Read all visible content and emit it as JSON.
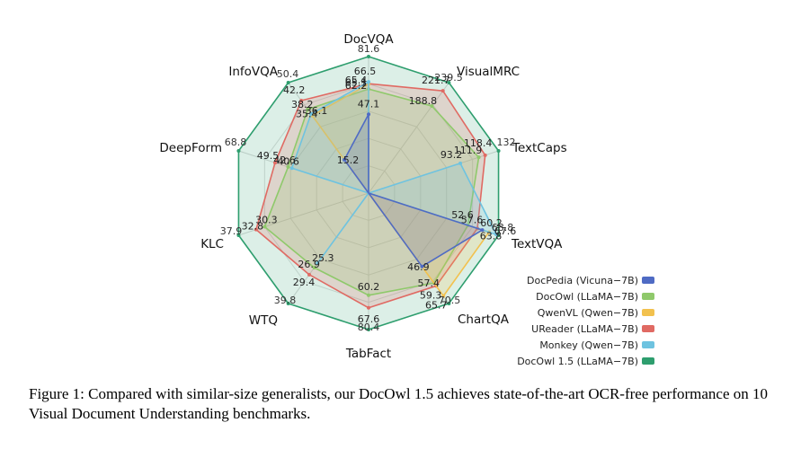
{
  "chart_data": {
    "type": "radar",
    "axes": [
      "DocVQA",
      "VisualMRC",
      "TextCaps",
      "TextVQA",
      "ChartQA",
      "TabFact",
      "WTQ",
      "KLC",
      "DeepForm",
      "InfoVQA"
    ],
    "axis_max": [
      81.6,
      239.5,
      132,
      68.8,
      70.5,
      80.4,
      39.8,
      37.9,
      68.8,
      50.4
    ],
    "max_labels": [
      "81.6",
      "239.5",
      "132",
      "68.8",
      "70.5",
      "80.4",
      "39.8",
      "37.9",
      "68.8",
      "50.4"
    ],
    "series": [
      {
        "name": "DocPedia (Vicuna−7B)",
        "color": "#4f6bc4",
        "values": [
          47.1,
          0,
          0,
          60.2,
          46.9,
          0,
          0,
          0,
          0,
          15.2
        ],
        "labels": [
          "47.1",
          "",
          "",
          "60.2",
          "46.9",
          "",
          "",
          "",
          "",
          "15.2"
        ]
      },
      {
        "name": "DocOwl (LLaMA−7B)",
        "color": "#8fc96b",
        "values": [
          62.2,
          188.8,
          111.9,
          52.6,
          57.4,
          60.2,
          26.9,
          30.3,
          42.6,
          38.2
        ],
        "labels": [
          "62.2",
          "188.8",
          "111.9",
          "52.6",
          "57.4",
          "60.2",
          "26.9",
          "30.3",
          "42.6",
          "38.2"
        ]
      },
      {
        "name": "QwenVL (Qwen−7B)",
        "color": "#f2c14e",
        "values": [
          65.1,
          0,
          0,
          63.8,
          65.7,
          0,
          0,
          0,
          0,
          35.4
        ],
        "labels": [
          "65.1",
          "",
          "",
          "63.8",
          "65.7",
          "",
          "",
          "",
          "",
          "35.4"
        ]
      },
      {
        "name": "UReader (LLaMA−7B)",
        "color": "#e06a63",
        "values": [
          65.4,
          221.7,
          118.4,
          57.6,
          59.3,
          67.6,
          29.4,
          32.8,
          49.5,
          42.2
        ],
        "labels": [
          "65.4",
          "221.7",
          "118.4",
          "57.6",
          "59.3",
          "67.6",
          "29.4",
          "32.8",
          "49.5",
          "42.2"
        ]
      },
      {
        "name": "Monkey (Qwen−7B)",
        "color": "#6ec3e0",
        "values": [
          66.5,
          0,
          93.2,
          67.6,
          0,
          0,
          25.3,
          0,
          40.6,
          36.1
        ],
        "labels": [
          "66.5",
          "",
          "93.2",
          "67.6",
          "",
          "",
          "25.3",
          "",
          "40.6",
          "36.1"
        ]
      },
      {
        "name": "DocOwl 1.5 (LLaMA−7B)",
        "color": "#2e9e6e",
        "values": [
          81.6,
          239.5,
          132,
          68.8,
          70.5,
          80.4,
          39.8,
          37.9,
          68.8,
          50.4
        ],
        "labels": [
          "",
          "",
          "",
          "",
          "",
          "",
          "",
          "",
          "",
          ""
        ]
      }
    ]
  },
  "caption": "Figure 1: Compared with similar-size generalists, our DocOwl 1.5 achieves state-of-the-art OCR-free performance on 10 Visual Document Understanding benchmarks."
}
